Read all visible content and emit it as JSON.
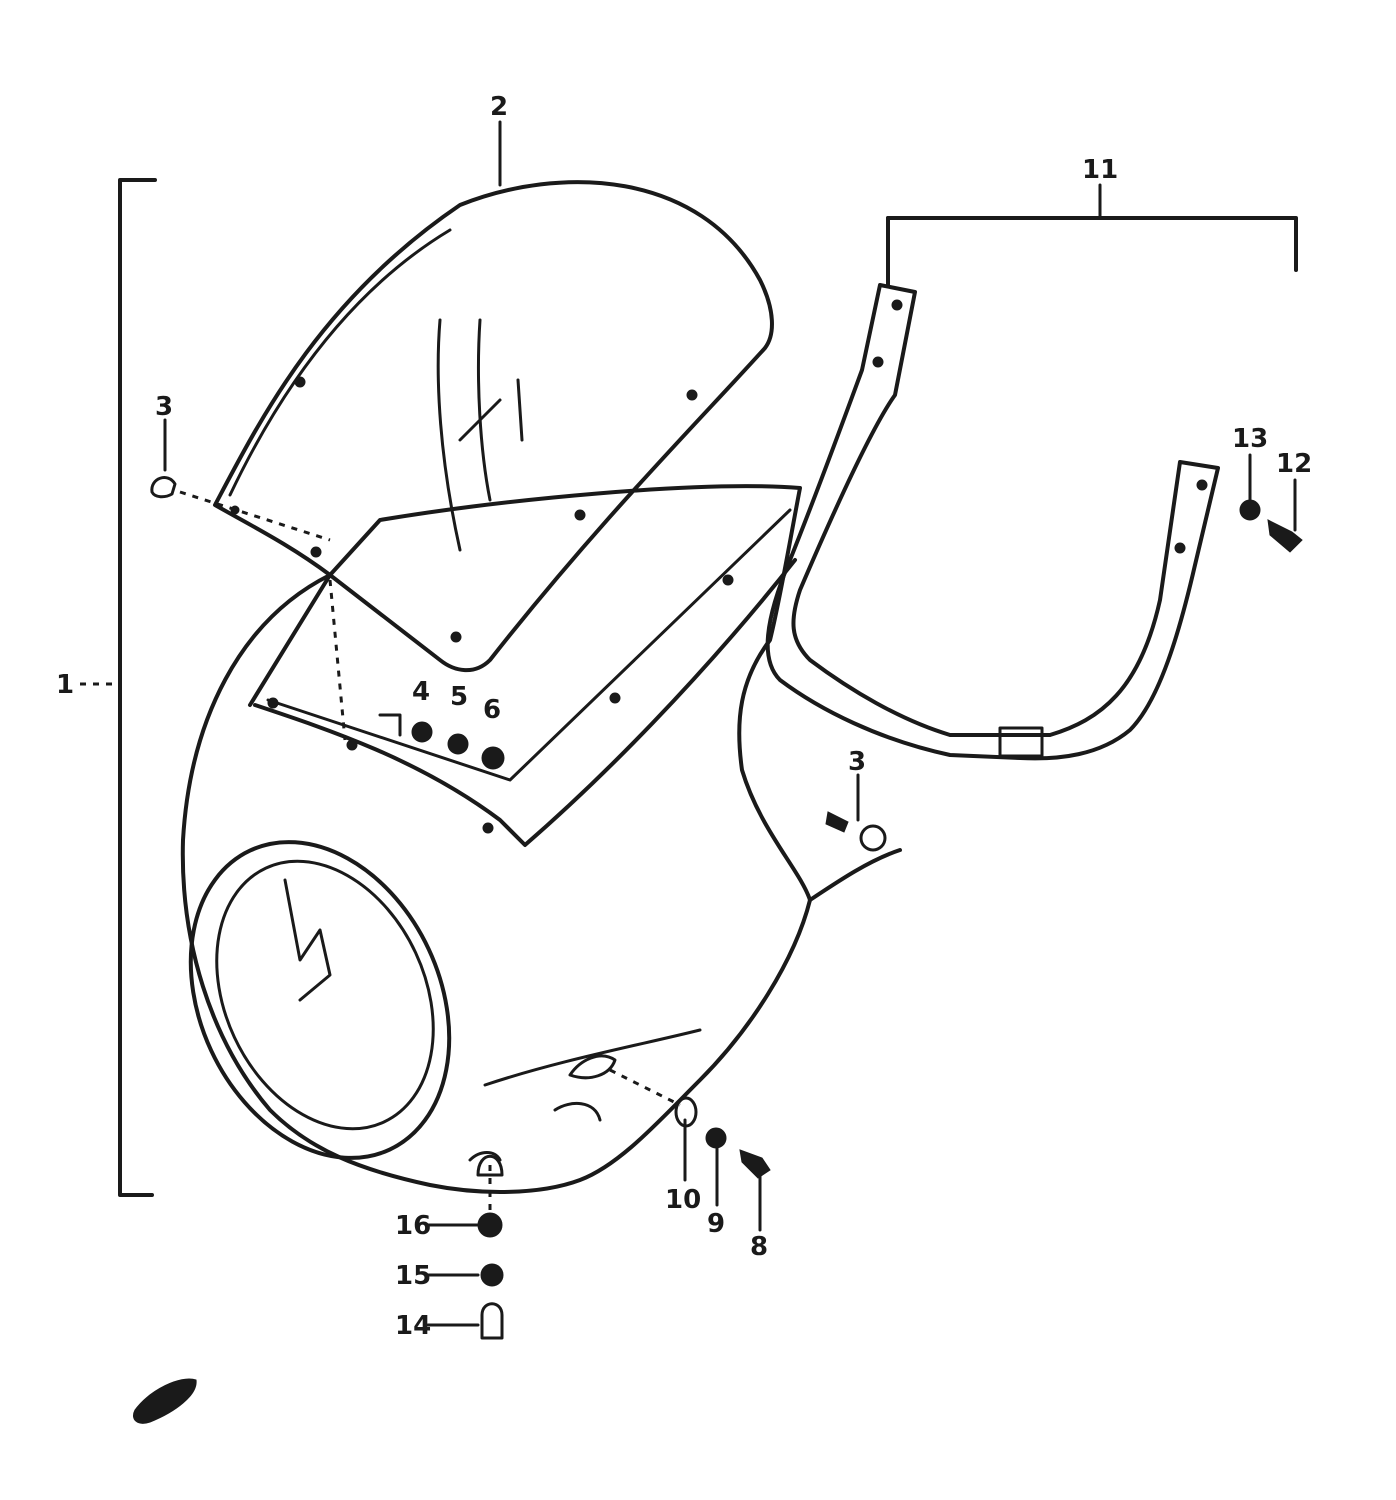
{
  "labels": {
    "p1": "1",
    "p2": "2",
    "p3_top": "3",
    "p3_right": "3",
    "p4": "4",
    "p5": "5",
    "p6": "6",
    "p8": "8",
    "p9": "9",
    "p10": "10",
    "p11": "11",
    "p12": "12",
    "p13": "13",
    "p14": "14",
    "p15": "15",
    "p16": "16"
  }
}
